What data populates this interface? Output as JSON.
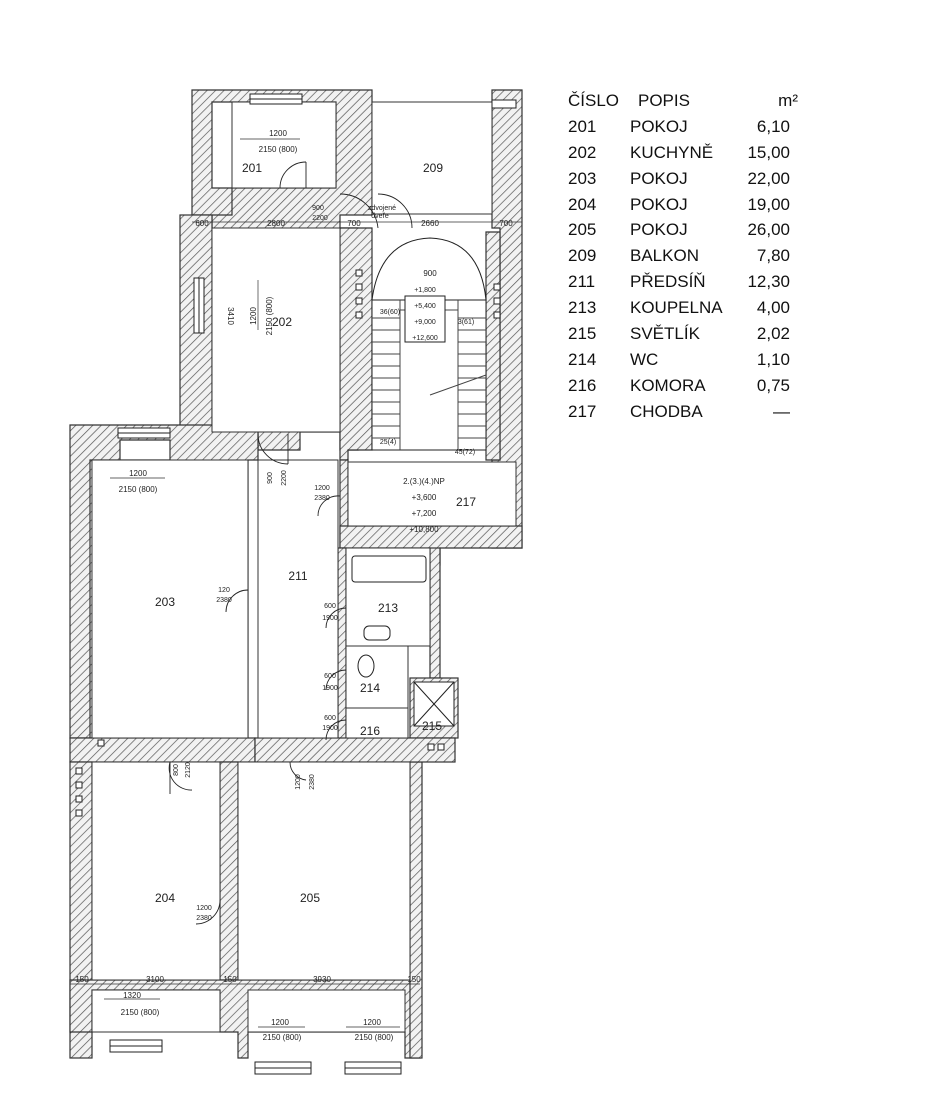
{
  "legend": {
    "header": {
      "num": "ČÍSLO",
      "desc": "POPIS",
      "area": "m²"
    },
    "rows": [
      {
        "num": "201",
        "desc": "POKOJ",
        "area": "6,10"
      },
      {
        "num": "202",
        "desc": "KUCHYNĚ",
        "area": "15,00"
      },
      {
        "num": "203",
        "desc": "POKOJ",
        "area": "22,00"
      },
      {
        "num": "204",
        "desc": "POKOJ",
        "area": "19,00"
      },
      {
        "num": "205",
        "desc": "POKOJ",
        "area": "26,00"
      },
      {
        "num": "209",
        "desc": "BALKON",
        "area": "7,80"
      },
      {
        "num": "211",
        "desc": "PŘEDSÍŇ",
        "area": "12,30"
      },
      {
        "num": "213",
        "desc": "KOUPELNA",
        "area": "4,00"
      },
      {
        "num": "215",
        "desc": "SVĚTLÍK",
        "area": "2,02"
      },
      {
        "num": "214",
        "desc": "WC",
        "area": "1,10"
      },
      {
        "num": "216",
        "desc": "KOMORA",
        "area": "0,75"
      },
      {
        "num": "217",
        "desc": "CHODBA",
        "area": "—"
      }
    ]
  },
  "plan": {
    "rooms": {
      "r201": "201",
      "r202": "202",
      "r203": "203",
      "r204": "204",
      "r205": "205",
      "r209": "209",
      "r211": "211",
      "r213": "213",
      "r214": "214",
      "r215": "215",
      "r216": "216",
      "r217": "217"
    },
    "dims": {
      "d1200_201": "1200",
      "d2150_201": "2150 (800)",
      "d600": "600",
      "d2800": "2800",
      "d700a": "700",
      "d2660": "2660",
      "d700b": "700",
      "d900_door": "900",
      "d2200_door": "2200",
      "d_zdvojene": "zdvojené",
      "d_dvere": "dveře",
      "d1200_202": "1200",
      "d2150_202": "2150 (800)",
      "d3410": "3410",
      "d900_stair": "900",
      "d_1800": "+1,800",
      "d_5400": "+5,400",
      "d_9000": "+9,000",
      "d_12600": "+12,600",
      "d_360": "36(60)",
      "d_3161": "3(61)",
      "d_254": "25(4)",
      "d_4572": "45(72)",
      "d1200_203": "1200",
      "d2150_203": "2150 (800)",
      "d900_211": "900",
      "d2200_211": "2200",
      "d1200_217": "1200",
      "d2380_217": "2380",
      "d_np": "2.(3.)(4.)NP",
      "d_3600": "+3,600",
      "d_7200": "+7,200",
      "d_10800": "+10,800",
      "d120_203": "120",
      "d2380_203": "2380",
      "d600_213": "600",
      "d1900_213": "1900",
      "d600_214": "600",
      "d1900_214": "1900",
      "d600_216": "600",
      "d1900_216": "1900",
      "d800_204": "800",
      "d2120_204": "2120",
      "d1200_205": "1200",
      "d2380_205": "2380",
      "d1200_204": "1200",
      "d2380_204": "2380",
      "d150a": "150",
      "d3100": "3100",
      "d150b": "150",
      "d3930": "3930",
      "d150c": "150",
      "d1320": "1320",
      "d2150_204": "2150 (800)",
      "d1200_205a": "1200",
      "d2150_205a": "2150 (800)",
      "d1200_205b": "1200",
      "d2150_205b": "2150 (800)"
    }
  }
}
